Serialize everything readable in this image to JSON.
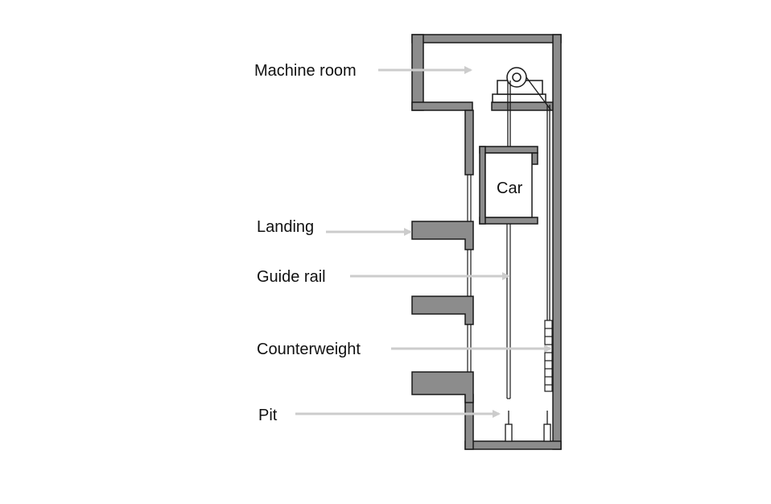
{
  "labels": {
    "machine_room": "Machine room",
    "car": "Car",
    "landing": "Landing",
    "guide_rail": "Guide rail",
    "counterweight": "Counterweight",
    "pit": "Pit"
  },
  "colors": {
    "wall_fill": "#8c8c8c",
    "outline": "#1a1a1a",
    "arrow": "#cccccc",
    "text": "#111111",
    "background": "#ffffff"
  }
}
